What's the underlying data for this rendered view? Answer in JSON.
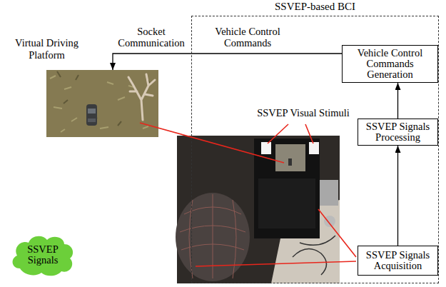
{
  "diagram": {
    "nodes": [
      {
        "text": [
          "SSVEP-based BCI"
        ]
      },
      {
        "text": [
          "Vehicle Control Commands Generation"
        ],
        "in": 0
      },
      {
        "text": [
          "SSVEP Signals Processing"
        ],
        "in": 0
      },
      {
        "text": [
          "SSVEP Signals Acquisition"
        ],
        "in": 0
      },
      {
        "text": [
          "Virtual Driving Platform"
        ]
      },
      {
        "text": [
          "SSVEP Signals"
        ]
      }
    ],
    "edges": [
      {
        "from": 3,
        "to": 2,
        "arrow": "to"
      },
      {
        "from": 2,
        "to": 1,
        "arrow": "to"
      },
      {
        "from": 1,
        "to": 4,
        "arrow": "to",
        "label": "Vehicle Control Commands"
      }
    ],
    "labels": [
      "Socket Communication",
      "SSVEP Visual Stimuli"
    ]
  }
}
